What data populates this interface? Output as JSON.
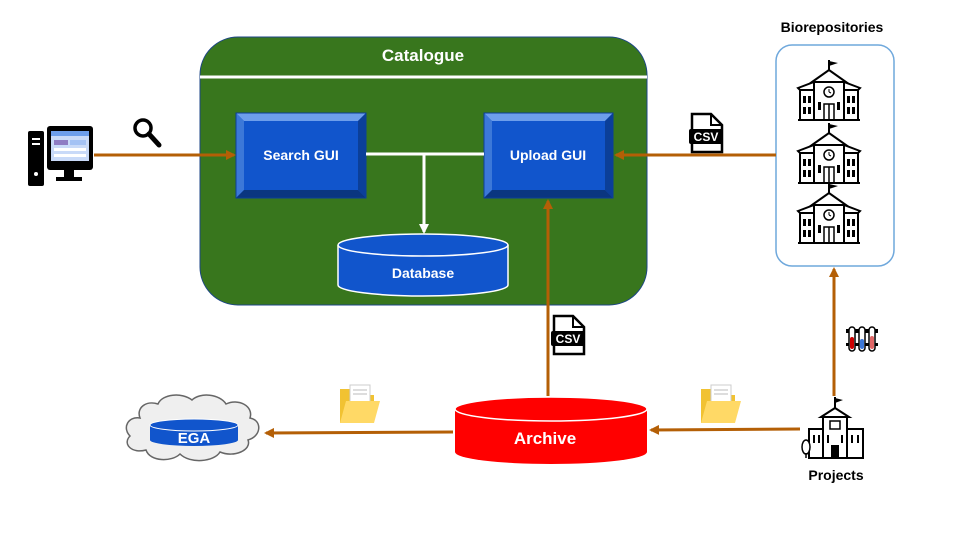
{
  "catalogue": {
    "title": "Catalogue",
    "search_gui": "Search GUI",
    "upload_gui": "Upload GUI",
    "database": "Database"
  },
  "biorepositories": {
    "title": "Biorepositories"
  },
  "archive": {
    "label": "Archive"
  },
  "ega": {
    "label": "EGA"
  },
  "projects": {
    "label": "Projects"
  },
  "csv_badges": {
    "label": "CSV"
  },
  "colors": {
    "catalogue_green": "#38761d",
    "box_blue": "#1155cc",
    "archive_red": "#ff0000",
    "arrow_orange": "#b45f06",
    "biorepo_border": "#6fa8dc"
  }
}
